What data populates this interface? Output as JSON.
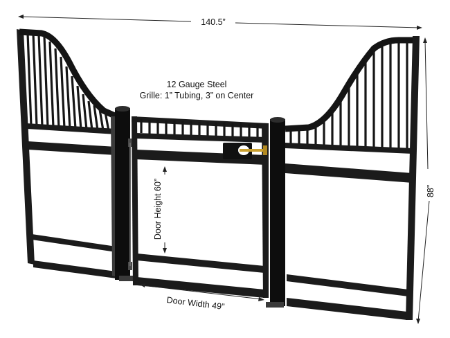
{
  "dimensions": {
    "overall_width": "140.5”",
    "overall_height": "88”",
    "door_height": "Door Height 60”",
    "door_width": "Door Width 49”"
  },
  "notes": {
    "material": "12 Gauge Steel",
    "grille": "Grille: 1” Tubing, 3” on Center"
  },
  "colors": {
    "steel": "#1b1b1b",
    "background": "#ffffff"
  }
}
